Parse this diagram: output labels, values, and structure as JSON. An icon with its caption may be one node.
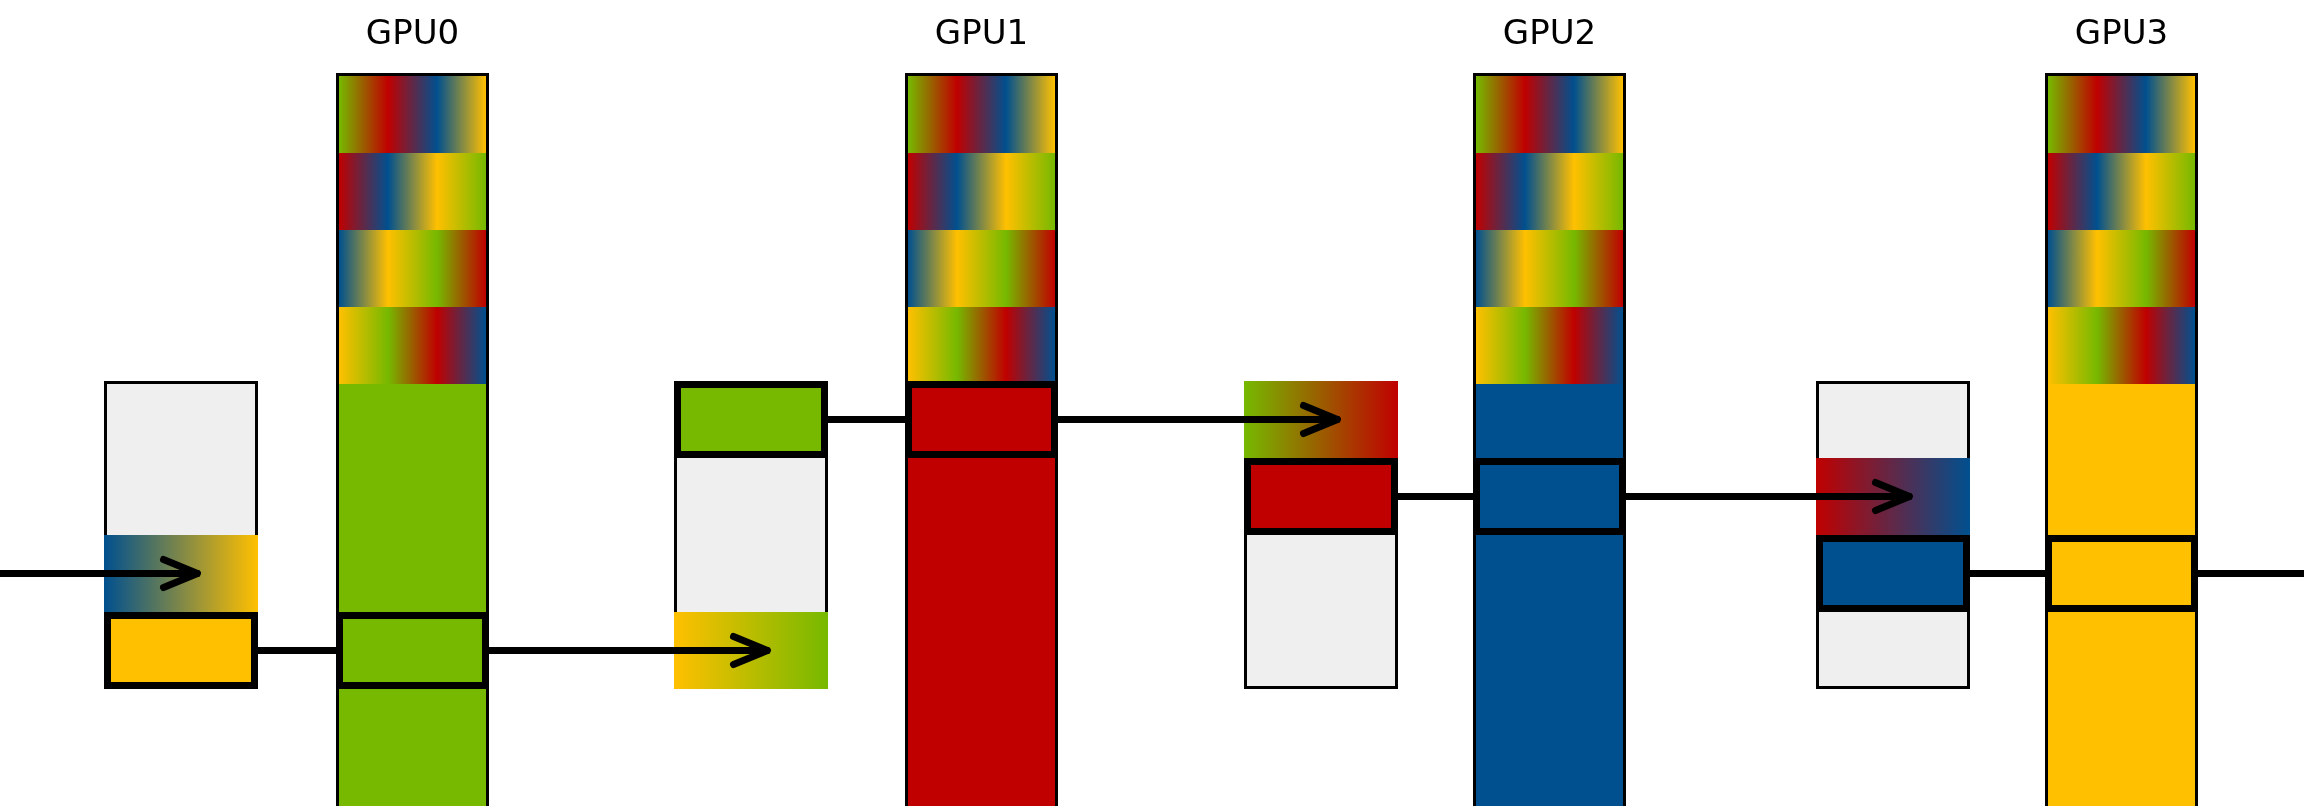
{
  "diagram": {
    "nodes": [
      {
        "text": [
          "GPU0"
        ]
      },
      {
        "text": [
          "GPU1"
        ]
      },
      {
        "text": [
          "GPU2"
        ]
      },
      {
        "text": [
          "GPU3"
        ]
      },
      {
        "text": [],
        "shape": "box",
        "in": 0
      },
      {
        "text": [],
        "shape": "box",
        "in": 0
      },
      {
        "text": [],
        "shape": "box",
        "in": 0
      },
      {
        "text": [],
        "shape": "box",
        "in": 0
      },
      {
        "text": [],
        "shape": "box",
        "in": 0
      },
      {
        "text": [],
        "shape": "box",
        "in": 1
      },
      {
        "text": [],
        "shape": "box",
        "in": 1
      },
      {
        "text": [],
        "shape": "box",
        "in": 1
      },
      {
        "text": [],
        "shape": "box",
        "in": 1
      },
      {
        "text": [],
        "shape": "box",
        "in": 1
      },
      {
        "text": [],
        "shape": "box",
        "in": 2
      },
      {
        "text": [],
        "shape": "box",
        "in": 2
      },
      {
        "text": [],
        "shape": "box",
        "in": 2
      },
      {
        "text": [],
        "shape": "box",
        "in": 2
      },
      {
        "text": [],
        "shape": "box",
        "in": 2
      },
      {
        "text": [],
        "shape": "box",
        "in": 3
      },
      {
        "text": [],
        "shape": "box",
        "in": 3
      },
      {
        "text": [],
        "shape": "box",
        "in": 3
      },
      {
        "text": [],
        "shape": "box",
        "in": 3
      },
      {
        "text": [],
        "shape": "box",
        "in": 3
      },
      {
        "text": [],
        "shape": "box"
      },
      {
        "text": [],
        "shape": "box",
        "in": 24
      },
      {
        "text": [],
        "shape": "box",
        "in": 24
      },
      {
        "text": [],
        "shape": "box"
      },
      {
        "text": [],
        "shape": "box",
        "in": 27
      },
      {
        "text": [],
        "shape": "box",
        "in": 27
      },
      {
        "text": [],
        "shape": "box"
      },
      {
        "text": [],
        "shape": "box",
        "in": 30
      },
      {
        "text": [],
        "shape": "box",
        "in": 30
      },
      {
        "text": [],
        "shape": "box"
      },
      {
        "text": [],
        "shape": "box",
        "in": 33
      },
      {
        "text": [],
        "shape": "box",
        "in": 33
      }
    ],
    "edges": [
      {
        "from": null,
        "to": 25,
        "arrow": "to"
      },
      {
        "from": 26,
        "to": 8,
        "arrow": "none"
      },
      {
        "from": 8,
        "to": 29,
        "arrow": "to"
      },
      {
        "from": 28,
        "to": 13,
        "arrow": "none"
      },
      {
        "from": 13,
        "to": 31,
        "arrow": "to"
      },
      {
        "from": 32,
        "to": 18,
        "arrow": "none"
      },
      {
        "from": 18,
        "to": 34,
        "arrow": "to"
      },
      {
        "from": 35,
        "to": 23,
        "arrow": "none"
      },
      {
        "from": 23,
        "to": null,
        "arrow": "none"
      }
    ]
  }
}
